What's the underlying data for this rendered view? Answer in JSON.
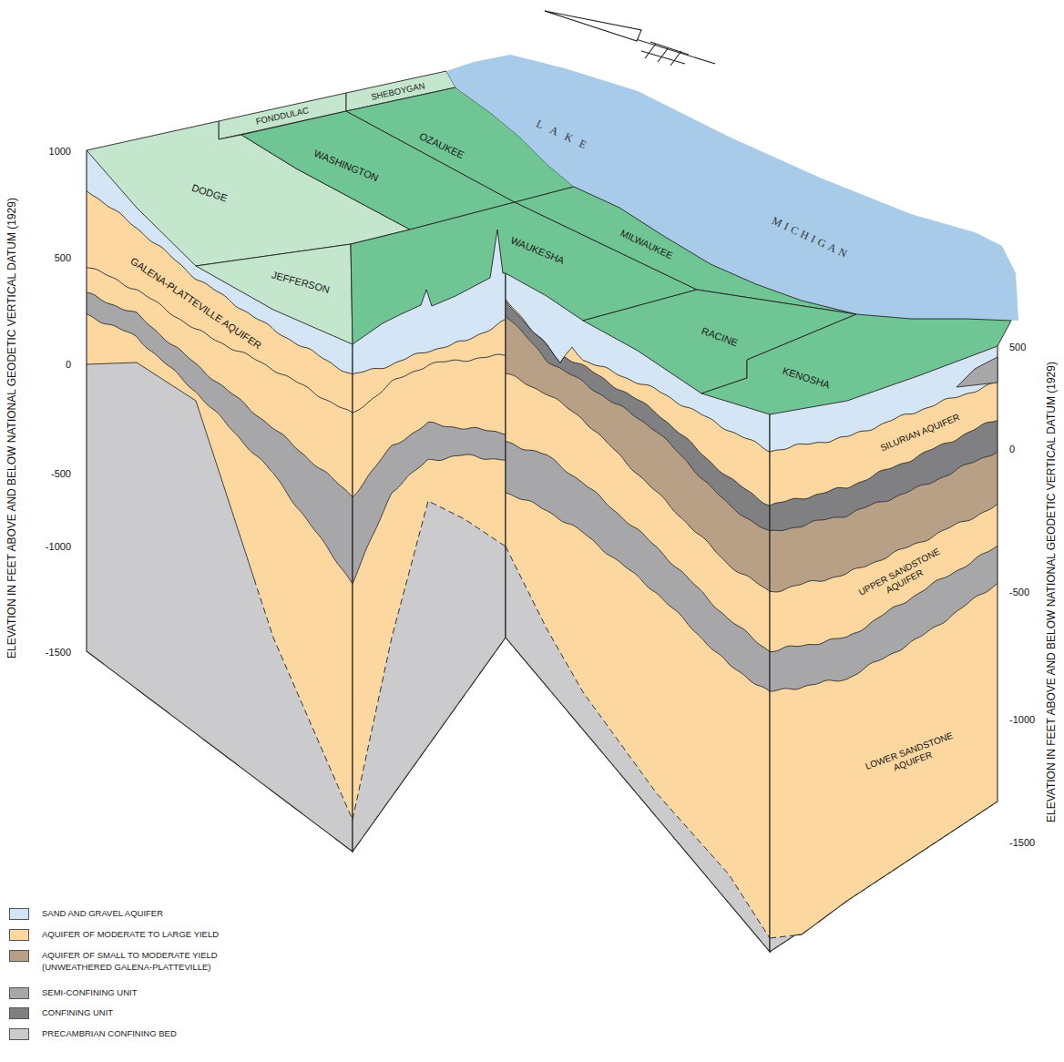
{
  "diagram": {
    "nodes": [
      {
        "text": [
          "FONDDULAC"
        ]
      },
      {
        "text": [
          "SHEBOYGAN"
        ]
      },
      {
        "text": [
          "DODGE"
        ]
      },
      {
        "text": [
          "WASHINGTON"
        ]
      },
      {
        "text": [
          "OZAUKEE"
        ]
      },
      {
        "text": [
          "LAKE",
          "MICHIGAN"
        ]
      },
      {
        "text": [
          "JEFFERSON"
        ]
      },
      {
        "text": [
          "WAUKESHA"
        ]
      },
      {
        "text": [
          "MILWAUKEE"
        ]
      },
      {
        "text": [
          "RACINE"
        ]
      },
      {
        "text": [
          "KENOSHA"
        ]
      }
    ],
    "labels": [
      "ELEVATION IN FEET ABOVE AND BELOW NATIONAL GEODETIC VERTICAL DATUM (1929)",
      "1000",
      "500",
      "0",
      "-500",
      "-1000",
      "-1500",
      "GALENA-PLATTEVILLE AQUIFER",
      "SILURIAN AQUIFER",
      "UPPER SANDSTONE AQUIFER",
      "LOWER SANDSTONE AQUIFER",
      "500",
      "0",
      "-500",
      "-1000",
      "-1500",
      "ELEVATION IN FEET ABOVE AND BELOW NATIONAL GEODETIC VERTICAL DATUM (1929)"
    ],
    "legend": [
      {
        "text": "SAND AND GRAVEL AQUIFER",
        "color": "#d4e5f5"
      },
      {
        "text": "AQUIFER OF MODERATE TO LARGE YIELD",
        "color": "#fcd8a0"
      },
      {
        "text": "AQUIFER OF SMALL TO MODERATE YIELD (UNWEATHERED GALENA-PLATTEVILLE)",
        "color": "#b8a086"
      },
      {
        "text": "SEMI-CONFINING UNIT",
        "color": "#a7a7a9"
      },
      {
        "text": "CONFINING UNIT",
        "color": "#808083"
      },
      {
        "text": "PRECAMBRIAN CONFINING BED",
        "color": "#cbcbcd"
      }
    ]
  }
}
